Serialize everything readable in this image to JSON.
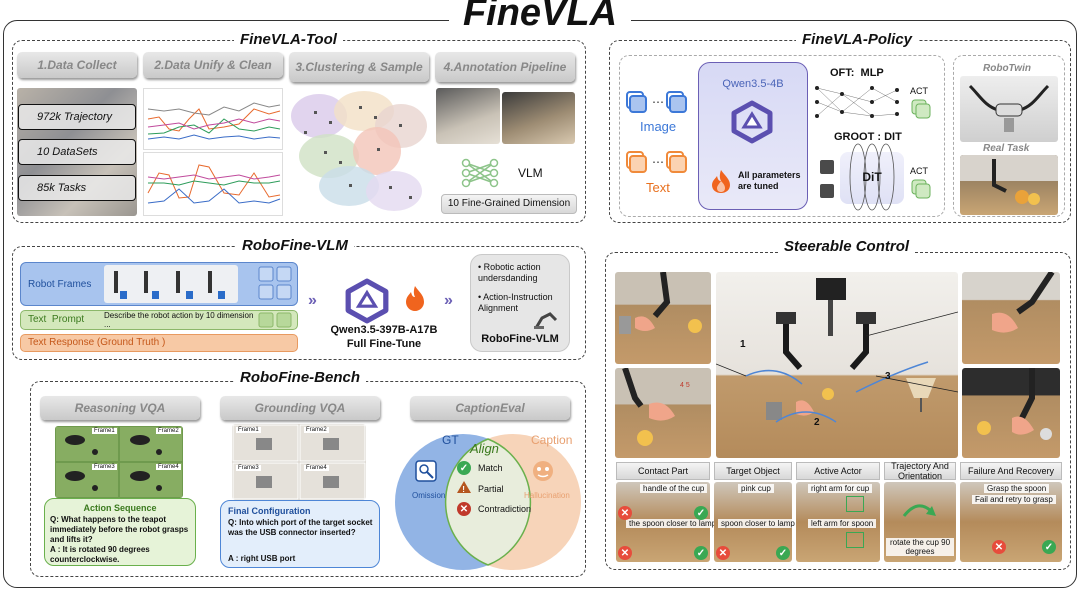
{
  "title": "FineVLA",
  "tool": {
    "title": "FineVLA-Tool",
    "steps": [
      "1.Data Collect",
      "2.Data Unify & Clean",
      "3.Clustering & Sample",
      "4.Annotation Pipeline"
    ],
    "stats": [
      "972k Trajectory",
      "10 DataSets",
      "85k Tasks"
    ],
    "vlm_label": "VLM",
    "dimension_label": "10 Fine-Grained Dimension"
  },
  "policy": {
    "title": "FineVLA-Policy",
    "image_label": "Image",
    "text_label": "Text",
    "model": "Qwen3.5-4B",
    "params_note": "All parameters are tuned",
    "oft_label": "OFT:  MLP",
    "groot_label": "GROOT : DIT",
    "dit_label": "DiT",
    "act_label": "ACT",
    "robotwin_label": "RoboTwin",
    "realtask_label": "Real Task"
  },
  "vlm": {
    "title": "RoboFine-VLM",
    "robot_frames": "Robot Frames",
    "text_prompt": "Text  Prompt",
    "prompt_text": "Describe the robot action by 10 dimension ...",
    "text_response": "Text Response (Ground Truth )",
    "model": "Qwen3.5-397B-A17B",
    "finetune": "Full Fine-Tune",
    "bullets": [
      "Robotic action undersdanding",
      "Action-Instruction Alignment"
    ],
    "output_name": "RoboFine-VLM"
  },
  "bench": {
    "title": "RoboFine-Bench",
    "reasoning": {
      "tab": "Reasoning VQA",
      "frames": [
        "Frame1",
        "Frame2",
        "Frame3",
        "Frame4"
      ],
      "card_title": "Action Sequence",
      "question": "Q: What happens to the teapot immediately before the robot grasps and lifts it?",
      "answer": "A : It is rotated 90 degrees counterclockwise."
    },
    "grounding": {
      "tab": "Grounding  VQA",
      "frames": [
        "Frame1",
        "Frame2",
        "Frame3",
        "Frame4"
      ],
      "card_title": "Final Configuration",
      "question": "Q: Into which port of the target socket was the USB connector inserted?",
      "answer": "A : right USB port"
    },
    "caption": {
      "tab": "CaptionEval",
      "gt": "GT",
      "caption": "Caption",
      "align": "Align",
      "items": [
        "Match",
        "Partial",
        "Contradiction"
      ],
      "omission": "Omission",
      "hallucination": "Hallucination"
    }
  },
  "steer": {
    "title": "Steerable Control",
    "path_labels": [
      "1",
      "2",
      "3"
    ],
    "table_text": "4 5",
    "categories": [
      "Contact Part",
      "Target Object",
      "Active Actor",
      "Trajectory And Orientation",
      "Failure And  Recovery"
    ],
    "strip": {
      "contact": [
        "handle of the cup",
        "the spoon closer to lamp"
      ],
      "target": [
        "pink cup",
        "spoon closer to lamp"
      ],
      "actor": [
        "right arm for cup",
        "left arm for spoon"
      ],
      "trajectory": [
        "rotate the cup 90 degrees"
      ],
      "failure": [
        "Grasp the spoon",
        "Fail and retry to grasp"
      ]
    }
  },
  "colors": {
    "blue": "#7fa7e0",
    "green": "#cfe3b4",
    "orange": "#f5c9a7",
    "purple": "#6b5fb5",
    "fire": "#f0641e"
  }
}
